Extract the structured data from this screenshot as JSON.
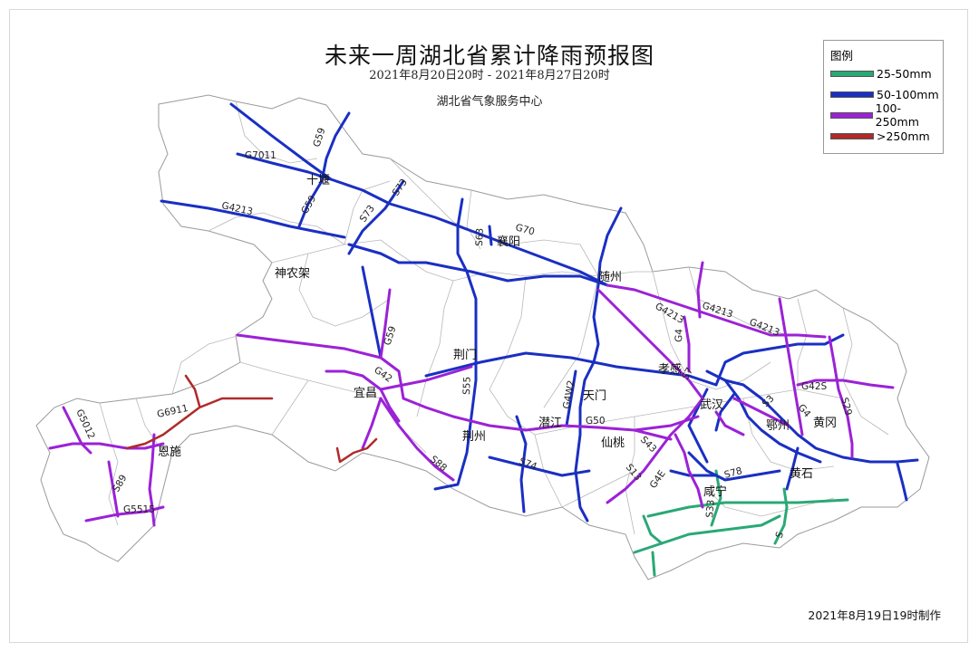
{
  "title": "未来一周湖北省累计降雨预报图",
  "subtitle": "2021年8月20日20时 - 2021年8月27日20时",
  "organization": "湖北省气象服务中心",
  "legend": {
    "title": "图例",
    "items": [
      {
        "label": "25-50mm",
        "color": "#2aa876"
      },
      {
        "label": "50-100mm",
        "color": "#1a2fc2"
      },
      {
        "label": "100-250mm",
        "color": "#9b22d6"
      },
      {
        "label": ">250mm",
        "color": "#b02a2a"
      }
    ]
  },
  "footer": "2021年8月19日19时制作",
  "cities": {
    "shiyan": "十堰",
    "xiangyang": "襄阳",
    "shennongjia": "神农架",
    "suizhou": "随州",
    "jingmen": "荆门",
    "xiaogan": "孝感",
    "yichang": "宜昌",
    "tianmen": "天门",
    "wuhan": "武汉",
    "ezhou": "鄂州",
    "huanggang": "黄冈",
    "enshi": "恩施",
    "qianjiang": "潜江",
    "jingzhou": "荆州",
    "xiantao": "仙桃",
    "huangshi": "黄石",
    "xianning": "咸宁"
  },
  "roads": {
    "g7011": "G7011",
    "g59a": "G59",
    "g59b": "G59",
    "g59c": "G59",
    "s73a": "S73",
    "s73b": "S73",
    "g4213a": "G4213",
    "g4213b": "G4213",
    "g4213c": "G4213",
    "g4213d": "G4213",
    "g70": "G70",
    "s63": "S63",
    "g4": "G4",
    "g42": "G42",
    "s7": "S7",
    "g42s": "G42S",
    "s29": "S29",
    "s3": "S3",
    "g4b": "G4",
    "g6911": "G6911",
    "g5012": "G5012",
    "s55": "S55",
    "g4w2": "G4W2",
    "g50": "G50",
    "s43": "S43",
    "s88": "S88",
    "s74": "S74",
    "s13": "S13",
    "s78": "S78",
    "g4e": "G4E",
    "s33": "S33",
    "s89": "S89",
    "g5515": "G5515",
    "s5": "S"
  }
}
